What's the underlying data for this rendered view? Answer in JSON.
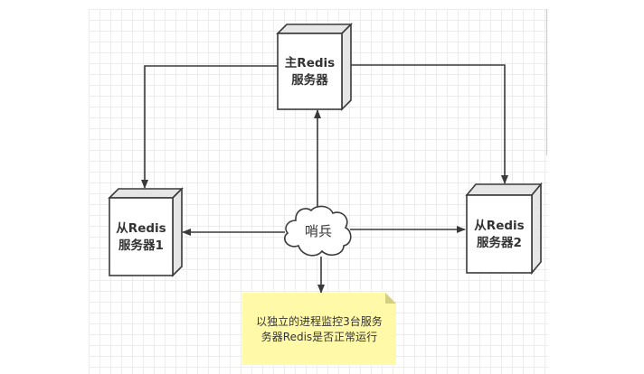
{
  "diagram": {
    "nodes": {
      "master": {
        "line1": "主Redis",
        "line2": "服务器",
        "shape": "3d-box"
      },
      "slave1": {
        "line1": "从Redis",
        "line2": "服务器1",
        "shape": "3d-box"
      },
      "slave2": {
        "line1": "从Redis",
        "line2": "服务器2",
        "shape": "3d-box"
      },
      "sentinel": {
        "label": "哨兵",
        "shape": "cloud"
      },
      "note": {
        "line1": "以独立的进程监控3台服务",
        "line2": "务器Redis是否正常运行",
        "shape": "note"
      }
    },
    "edges": [
      {
        "from": "master",
        "to": "slave1",
        "style": "orthogonal-arrow"
      },
      {
        "from": "master",
        "to": "slave2",
        "style": "orthogonal-arrow"
      },
      {
        "from": "sentinel",
        "to": "master",
        "style": "arrow"
      },
      {
        "from": "sentinel",
        "to": "slave1",
        "style": "arrow"
      },
      {
        "from": "sentinel",
        "to": "slave2",
        "style": "arrow"
      },
      {
        "from": "sentinel",
        "to": "note",
        "style": "arrow"
      }
    ],
    "colors": {
      "stroke": "#3a3a3a",
      "box_side": "#e6e6e6",
      "box_front": "#ffffff",
      "note_fill": "#fff9a8",
      "note_fold": "#d4cf82",
      "grid": "#ececec"
    }
  }
}
